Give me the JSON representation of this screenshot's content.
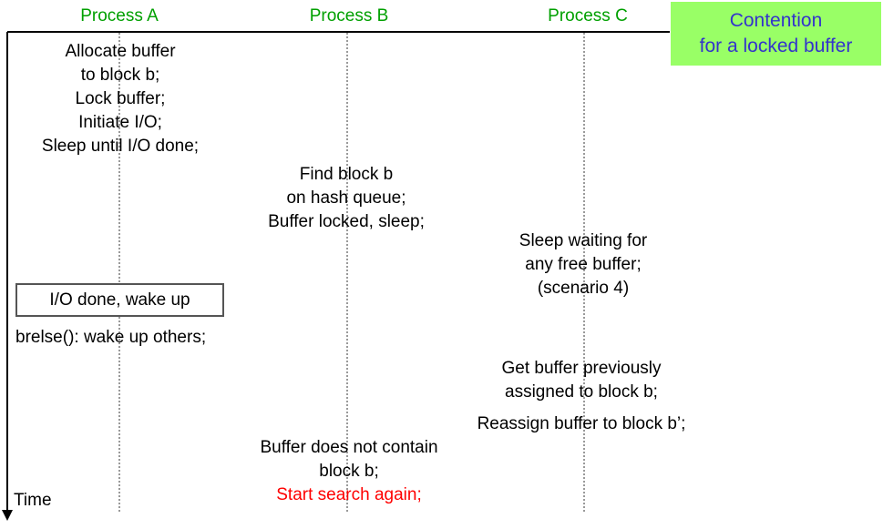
{
  "diagram": {
    "title_callout": {
      "line1": "Contention",
      "line2": "for a locked buffer",
      "background_color": "#99FF66",
      "text_color": "#3333CC"
    },
    "axis": {
      "label": "Time",
      "direction": "downward"
    },
    "columns": [
      {
        "id": "a",
        "header": "Process A",
        "header_color": "#00A000"
      },
      {
        "id": "b",
        "header": "Process B",
        "header_color": "#00A000"
      },
      {
        "id": "c",
        "header": "Process C",
        "header_color": "#00A000"
      }
    ],
    "events": {
      "a1": "Allocate buffer\nto block b;\nLock buffer;\nInitiate I/O;\nSleep until I/O done;",
      "a2_boxed": "I/O done, wake up",
      "a3": "brelse(): wake up others;",
      "b1": "Find block b\non hash queue;\nBuffer locked, sleep;",
      "b2": "Buffer does not contain\nblock b;",
      "b3": "Start search again;",
      "b3_color": "#FF0000",
      "c1": "Sleep waiting for\nany free buffer;\n(scenario 4)",
      "c2": "Get buffer previously\nassigned to block b;",
      "c3": "Reassign buffer to block b’;"
    }
  }
}
